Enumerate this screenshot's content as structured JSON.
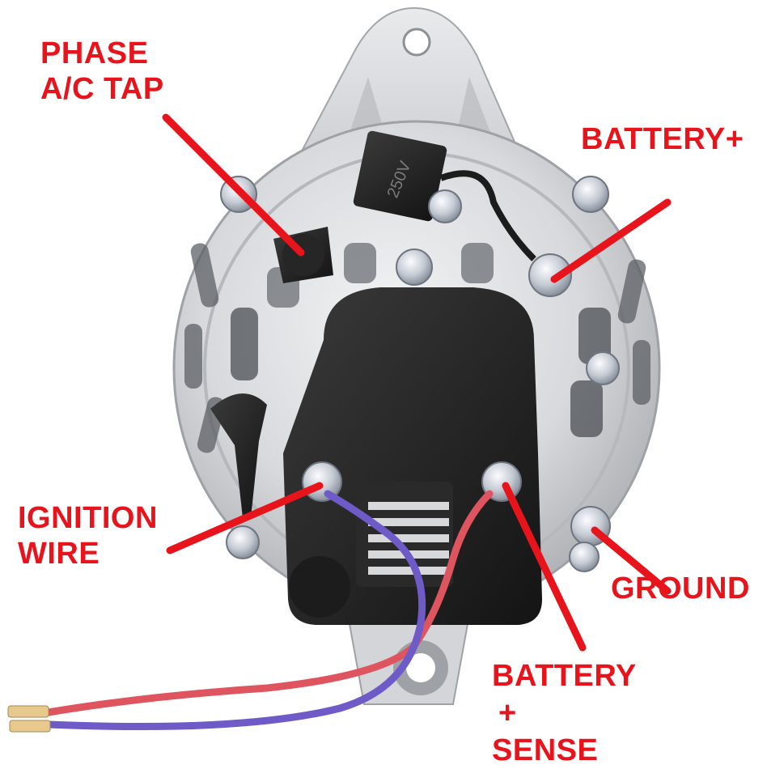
{
  "diagram": {
    "subject": "alternator-rear-view",
    "accent_color": "#e8141c",
    "labels": {
      "phase_tap": [
        "PHASE",
        "A/C TAP"
      ],
      "battery_plus": [
        "BATTERY+"
      ],
      "ignition": [
        "IGNITION",
        "WIRE"
      ],
      "ground": [
        "GROUND"
      ],
      "battery_sense": [
        "BATTERY",
        "+",
        "SENSE"
      ]
    },
    "capacitor_marking": "250V"
  }
}
